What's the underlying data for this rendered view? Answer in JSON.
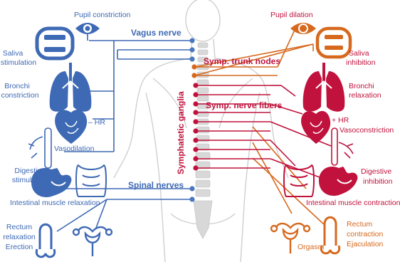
{
  "colors": {
    "parasympathetic": "#3e69b4",
    "sympathetic_red": "#c0123c",
    "sympathetic_orange": "#d6691e",
    "body_gray": "#c9c9c9"
  },
  "parasympathetic": {
    "pupil_label": "Pupil constriction",
    "saliva_label_1": "Saliva",
    "saliva_label_2": "stimulation",
    "bronchi_label_1": "Bronchi",
    "bronchi_label_2": "constriction",
    "hr_label": "– HR",
    "vaso_label": "Vasodilation",
    "digestive_label_1": "Digestive",
    "digestive_label_2": "stimulation",
    "intestinal_label": "Intestinal muscle relaxation",
    "rectum_label_1": "Rectum",
    "rectum_label_2": "relaxation",
    "erection_label": "Erection",
    "vagus_label": "Vagus nerve",
    "spinal_label": "Spinal nerves"
  },
  "sympathetic": {
    "pupil_label": "Pupil dilation",
    "saliva_label_1": "Saliva",
    "saliva_label_2": "inhibition",
    "bronchi_label_1": "Bronchi",
    "bronchi_label_2": "relaxation",
    "hr_label": "+ HR",
    "vaso_label": "Vasoconstriction",
    "digestive_label_1": "Digestive",
    "digestive_label_2": "inhibition",
    "intestinal_label": "Intestinal muscle contraction",
    "rectum_label_1": "Rectum",
    "rectum_label_2": "contraction",
    "ejaculation_label": "Ejaculation",
    "orgasm_label": "Orgasm",
    "trunk_label": "Symp. trunk nodes",
    "fibers_label": "Symp. nerve fibers",
    "ganglia_label": "Symphatetic ganglia"
  }
}
